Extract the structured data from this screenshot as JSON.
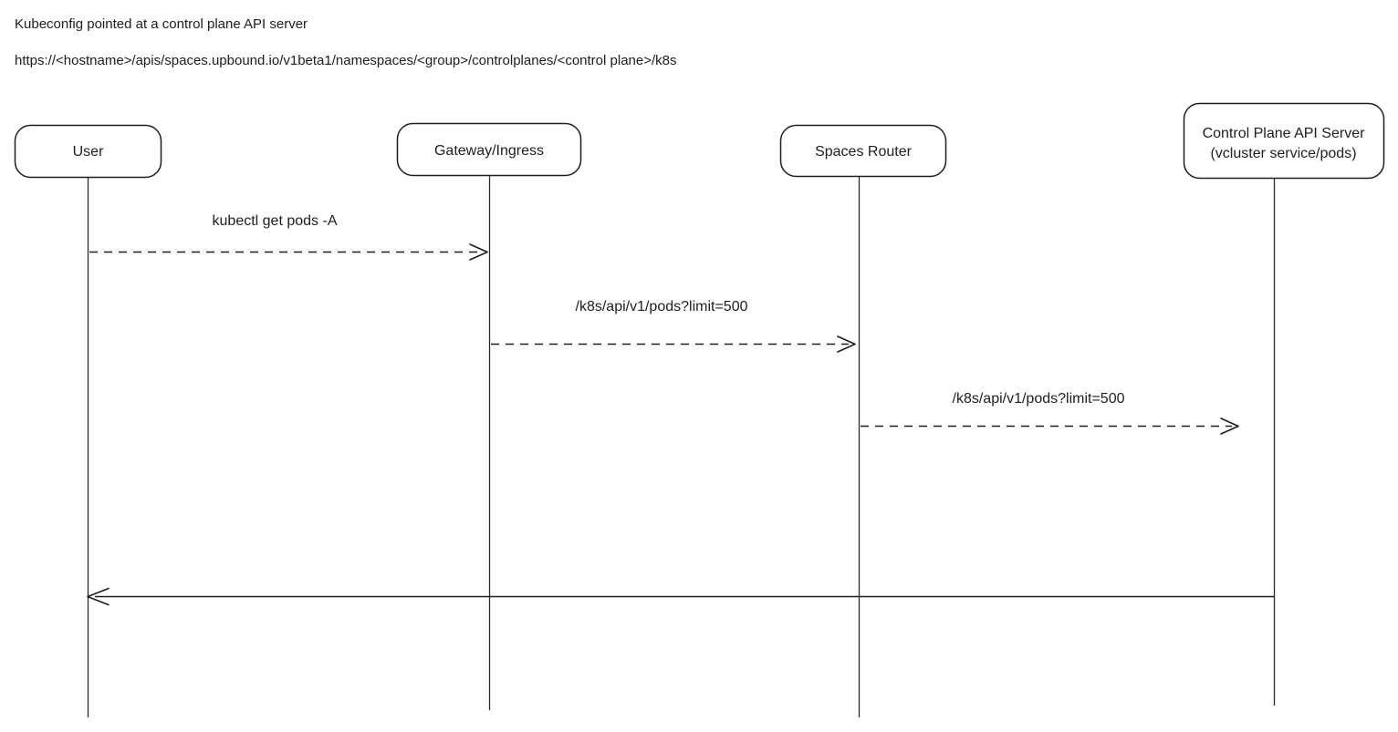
{
  "page": {
    "title_line": "Kubeconfig pointed at a control plane API server",
    "url_line": "https://<hostname>/apis/spaces.upbound.io/v1beta1/namespaces/<group>/controlplanes/<control plane>/k8s"
  },
  "diagram": {
    "type": "sequence-diagram",
    "background_color": "#ffffff",
    "stroke_color": "#1e1e1e",
    "actors": [
      {
        "id": "user",
        "label": "User"
      },
      {
        "id": "gateway",
        "label": "Gateway/Ingress"
      },
      {
        "id": "spaces-router",
        "label": "Spaces Router"
      },
      {
        "id": "control-plane",
        "label": "Control Plane API Server",
        "sublabel": "(vcluster service/pods)"
      }
    ],
    "messages": [
      {
        "from": "user",
        "to": "gateway",
        "label": "kubectl get pods -A",
        "line_style": "dashed"
      },
      {
        "from": "gateway",
        "to": "spaces-router",
        "label": "/k8s/api/v1/pods?limit=500",
        "line_style": "dashed"
      },
      {
        "from": "spaces-router",
        "to": "control-plane",
        "label": "/k8s/api/v1/pods?limit=500",
        "line_style": "dashed"
      },
      {
        "from": "control-plane",
        "to": "user",
        "label": "",
        "line_style": "solid"
      }
    ]
  }
}
